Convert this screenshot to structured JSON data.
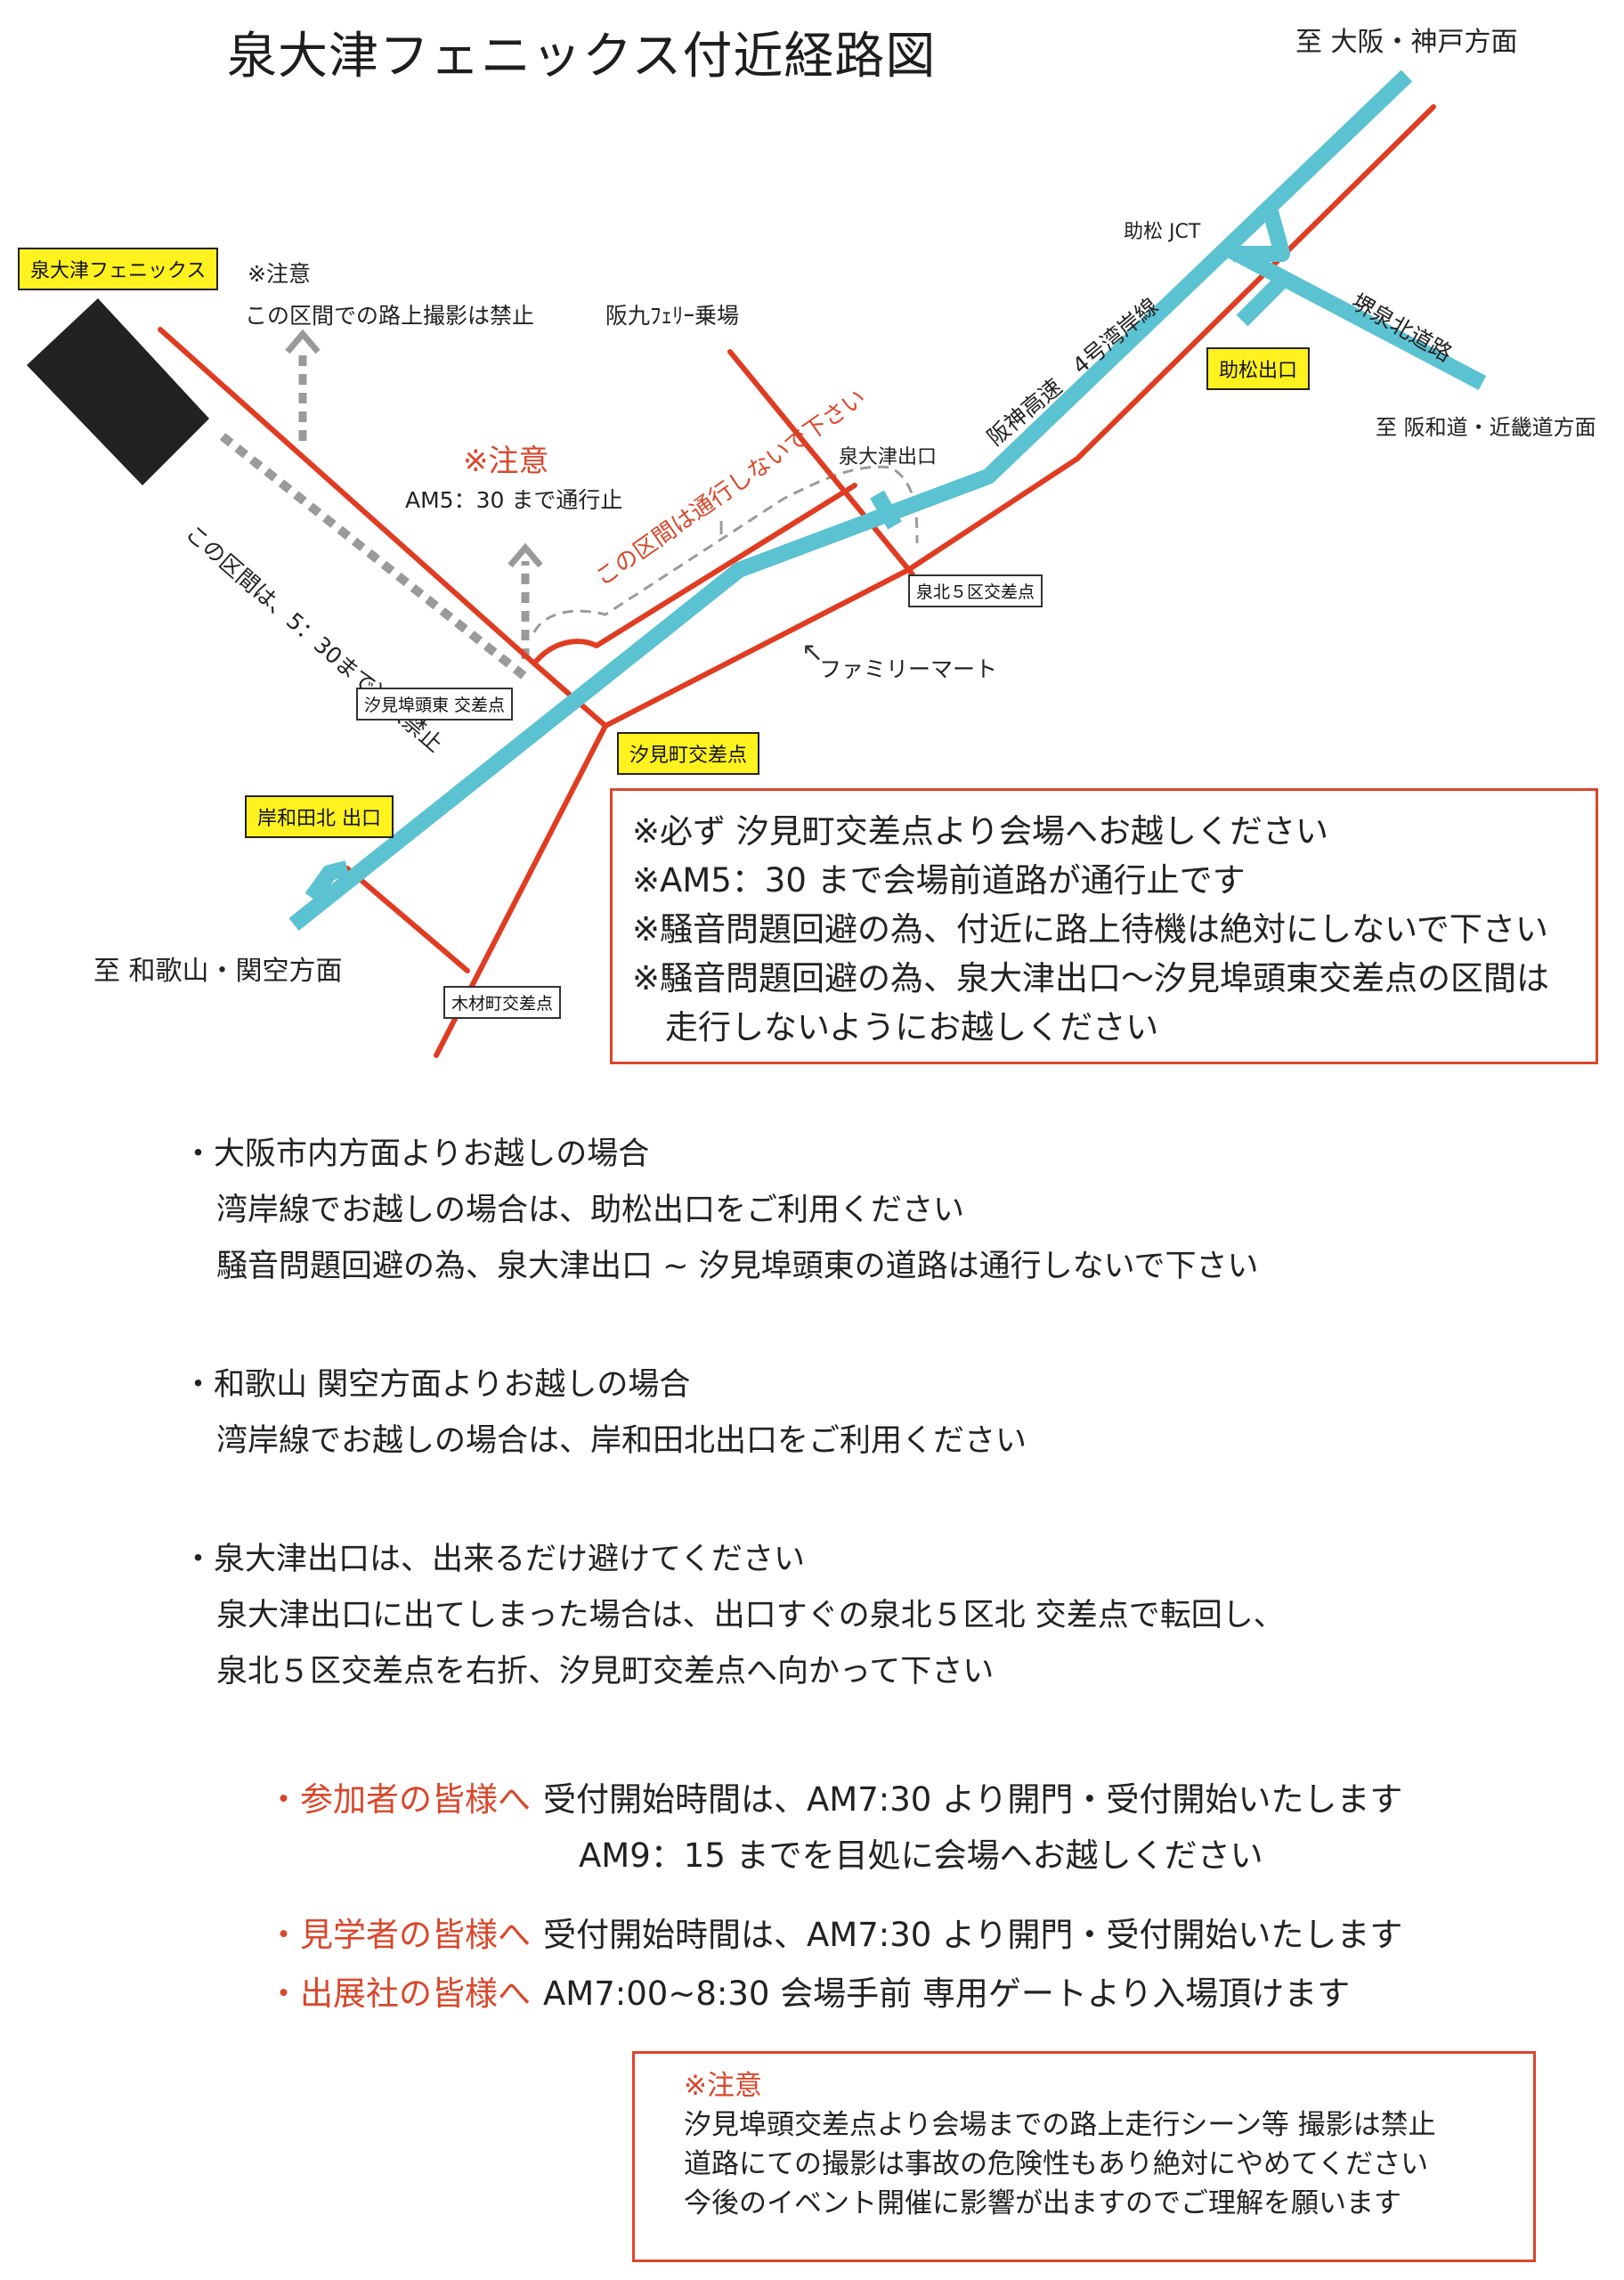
{
  "title": "泉大津フェニックス付近経路図",
  "map": {
    "colors": {
      "expressway": "#5bc2d2",
      "road": "#e03c22",
      "label_bg": "#fff21e",
      "caution": "#d9472b"
    },
    "venue_label": "泉大津フェニックス",
    "caution_head": "※注意",
    "caution_text": "この区間での路上撮影は禁止",
    "ferry": "阪九ﾌｪﾘｰ乗場",
    "caution2_head": "※注意",
    "caution2_text": "AM5：30 まで通行止",
    "rotated_no_entry": "この区間は、5：30まで進入禁止",
    "rotated_no_drive": "この区間は通行しないで下さい",
    "izumiotsu_exit": "泉大津出口",
    "hanshin": "阪神高速　4号湾岸線",
    "sukematsu_jct": "助松 JCT",
    "sukematsu_exit": "助松出口",
    "sakaisen": "堺泉北道路",
    "to_hanwa": "至 阪和道・近畿道方面",
    "to_osaka": "至 大阪・神戸方面",
    "senboku5": "泉北５区交差点",
    "familymart": "ファミリーマート",
    "shiomifuto": "汐見埠頭東 交差点",
    "shiomicho": "汐見町交差点",
    "kishiwada_exit": "岸和田北 出口",
    "to_wakayama": "至 和歌山・関空方面",
    "kizaimachi": "木材町交差点"
  },
  "notice": [
    "※必ず 汐見町交差点より会場へお越しください",
    "※AM5：30 まで会場前道路が通行止です",
    "※騒音問題回避の為、付近に路上待機は絶対にしないで下さい",
    "※騒音問題回避の為、泉大津出口〜汐見埠頭東交差点の区間は",
    "　走行しないようにお越しください"
  ],
  "instructions": [
    {
      "head": "・大阪市内方面よりお越しの場合",
      "lines": [
        "湾岸線でお越しの場合は、助松出口をご利用ください",
        "騒音問題回避の為、泉大津出口 ~ 汐見埠頭東の道路は通行しないで下さい"
      ]
    },
    {
      "head": "・和歌山 関空方面よりお越しの場合",
      "lines": [
        "湾岸線でお越しの場合は、岸和田北出口をご利用ください"
      ]
    },
    {
      "head": "・泉大津出口は、出来るだけ避けてください",
      "lines": [
        "泉大津出口に出てしまった場合は、出口すぐの泉北５区北 交差点で転回し、",
        "泉北５区交差点を右折、汐見町交差点へ向かって下さい"
      ]
    }
  ],
  "guests": [
    {
      "head": "・参加者の皆様へ",
      "text": "受付開始時間は、AM7:30 より開門・受付開始いたします",
      "text2": "AM9：15 までを目処に会場へお越しください"
    },
    {
      "head": "・見学者の皆様へ",
      "text": "受付開始時間は、AM7:30 より開門・受付開始いたします"
    },
    {
      "head": "・出展社の皆様へ",
      "text": "AM7:00~8:30 会場手前 専用ゲートより入場頂けます"
    }
  ],
  "caution_box": {
    "title": "※注意",
    "lines": [
      "汐見埠頭交差点より会場までの路上走行シーン等 撮影は禁止",
      "道路にての撮影は事故の危険性もあり絶対にやめてください",
      "今後のイベント開催に影響が出ますのでご理解を願います"
    ]
  }
}
